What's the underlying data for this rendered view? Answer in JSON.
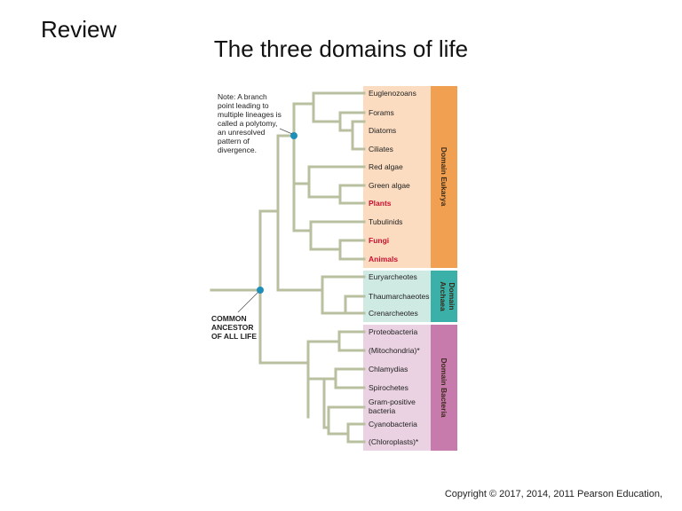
{
  "slide": {
    "heading": "Review",
    "title": "The three domains of life",
    "copyright": "Copyright © 2017, 2014, 2011 Pearson Education,"
  },
  "diagram": {
    "note_lines": [
      "Note: A branch",
      "point leading to",
      "multiple lineages is",
      "called a polytomy,",
      "an unresolved",
      "pattern of",
      "divergence."
    ],
    "ancestor_lines": [
      "COMMON",
      "ANCESTOR",
      "OF ALL LIFE"
    ],
    "eukarya": {
      "label": "Domain Eukarya",
      "colors": {
        "bar": "#f0a050",
        "fill": "#fbdcc0"
      },
      "taxa": [
        {
          "name": "Euglenozoans",
          "highlight": false
        },
        {
          "name": "Forams",
          "highlight": false
        },
        {
          "name": "Diatoms",
          "highlight": false
        },
        {
          "name": "Ciliates",
          "highlight": false
        },
        {
          "name": "Red algae",
          "highlight": false
        },
        {
          "name": "Green algae",
          "highlight": false
        },
        {
          "name": "Plants",
          "highlight": true
        },
        {
          "name": "Tubulinids",
          "highlight": false
        },
        {
          "name": "Fungi",
          "highlight": true
        },
        {
          "name": "Animals",
          "highlight": true
        }
      ]
    },
    "archaea": {
      "label_lines": [
        "Domain",
        "Archaea"
      ],
      "colors": {
        "bar": "#3bb0a8",
        "fill": "#cfe9e3"
      },
      "taxa": [
        {
          "name": "Euryarcheotes",
          "highlight": false
        },
        {
          "name": "Thaumarchaeotes",
          "highlight": false
        },
        {
          "name": "Crenarcheotes",
          "highlight": false
        }
      ]
    },
    "bacteria": {
      "label": "Domain Bacteria",
      "colors": {
        "bar": "#c77aac",
        "fill": "#ead2e2"
      },
      "taxa": [
        {
          "name": "Proteobacteria",
          "highlight": false
        },
        {
          "name": "(Mitochondria)*",
          "highlight": false
        },
        {
          "name": "Chlamydias",
          "highlight": false
        },
        {
          "name": "Spirochetes",
          "highlight": false
        },
        {
          "name": "Gram-positive bacteria",
          "lines": [
            "Gram-positive",
            "bacteria"
          ],
          "highlight": false
        },
        {
          "name": "Cyanobacteria",
          "highlight": false
        },
        {
          "name": "(Chloroplasts)*",
          "highlight": false
        }
      ]
    },
    "colors": {
      "branch": "#b8c0a0",
      "node": "#1e8fb8",
      "highlight_text": "#c8102e"
    }
  }
}
